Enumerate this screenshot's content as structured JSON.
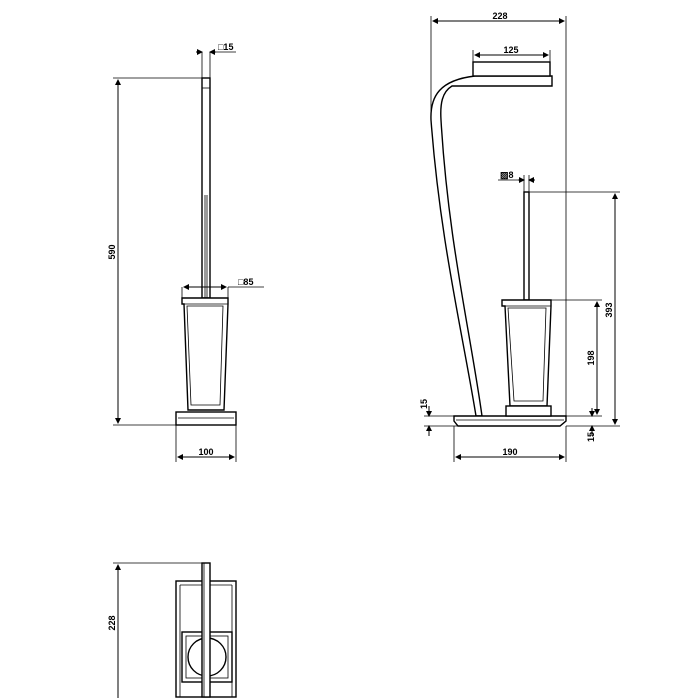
{
  "front_view": {
    "rod_section": "□15",
    "overall_height": "590",
    "container_section": "□85",
    "base_width": "100"
  },
  "side_view": {
    "overall_width": "228",
    "top_width": "125",
    "brush_section": "▨8",
    "brush_height": "393",
    "container_height": "198",
    "base_thickness_left": "15",
    "base_thickness_right": "15",
    "base_width": "190"
  },
  "top_view": {
    "depth": "228"
  }
}
